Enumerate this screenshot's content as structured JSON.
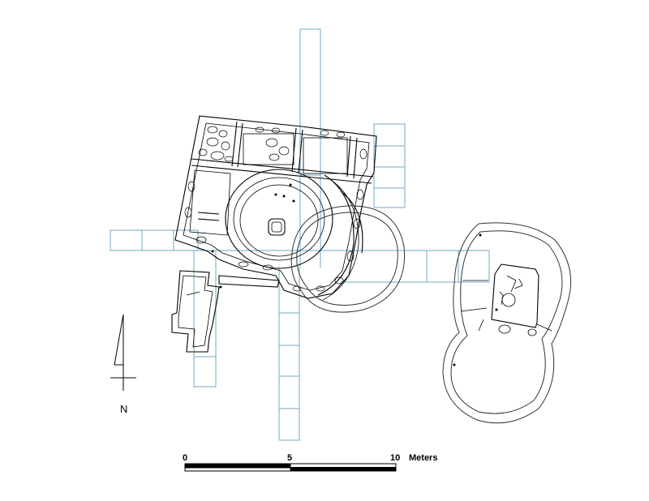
{
  "scale_bar": {
    "ticks": [
      "0",
      "5",
      "10"
    ],
    "unit": "Meters"
  },
  "north_arrow": {
    "label": "N"
  },
  "colors": {
    "excavation_grid": "#6fa9c4",
    "walls": "#000000",
    "background": "#ffffff"
  }
}
